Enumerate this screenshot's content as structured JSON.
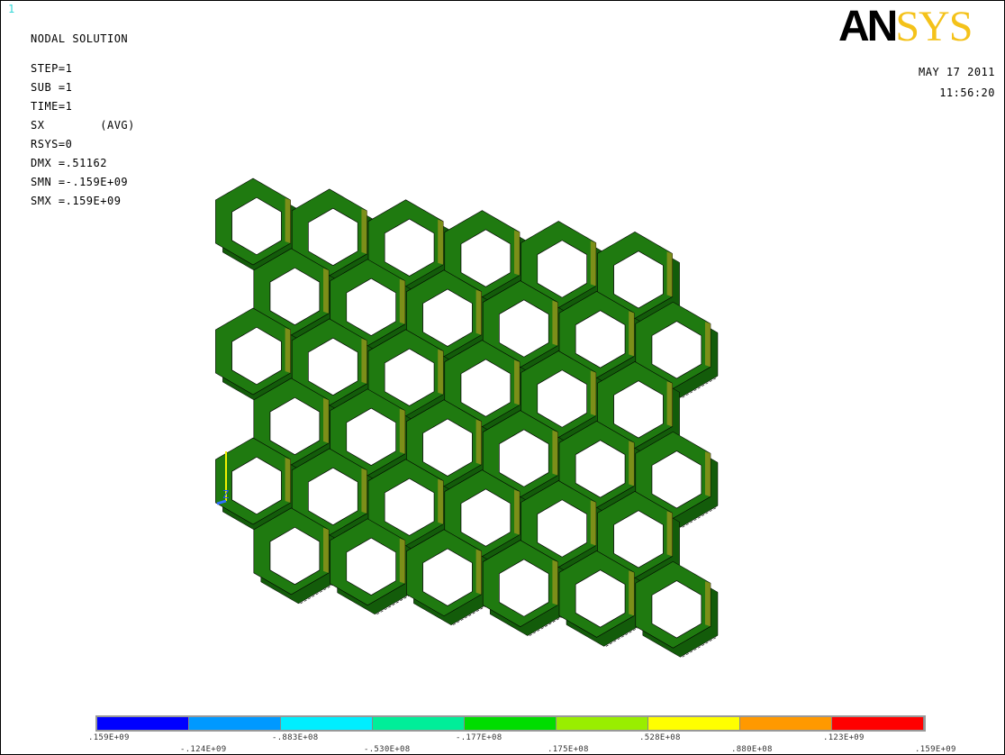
{
  "window_number": "1",
  "title": "NODAL SOLUTION",
  "info_lines": [
    "STEP=1",
    "SUB =1",
    "TIME=1",
    "SX        (AVG)",
    "RSYS=0",
    "DMX =.51162",
    "SMN =-.159E+09",
    "SMX =.159E+09"
  ],
  "logo": {
    "part1": "AN",
    "part2": "SYS"
  },
  "date": "MAY 17 2011",
  "time": "11:56:20",
  "triad_label": "Z",
  "legend": {
    "colors": [
      "#0000ff",
      "#0099ff",
      "#00eeff",
      "#00ee99",
      "#00dd00",
      "#99ee00",
      "#ffff00",
      "#ff9900",
      "#ff0000"
    ],
    "labels": [
      ".159E+09",
      "-.124E+09",
      "-.883E+08",
      "-.530E+08",
      "-.177E+08",
      ".175E+08",
      ".528E+08",
      ".880E+08",
      ".123E+09",
      ".159E+09"
    ]
  },
  "colors": {
    "element_fill": "#1f7a10",
    "element_dark": "#135c0a",
    "undeformed_edges": "#000000",
    "stress_accent": "#c8a020"
  }
}
